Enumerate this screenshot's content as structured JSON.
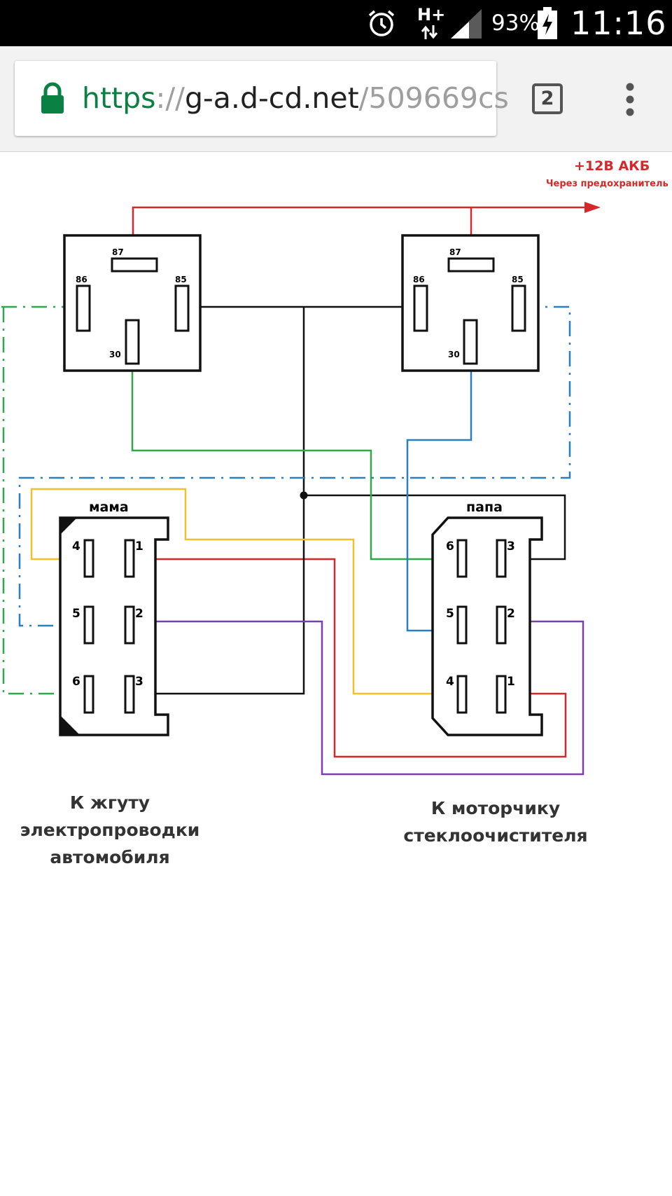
{
  "status_bar": {
    "network": "H+",
    "battery": "93%",
    "time": "11:16",
    "icons": [
      "alarm-icon",
      "network-arrows-icon",
      "signal-icon",
      "battery-charging-icon"
    ]
  },
  "browser": {
    "url_scheme": "https",
    "url_sep": "://",
    "url_host": "g-a.d-cd.net",
    "url_path": "/509669cs",
    "tab_count": "2",
    "colors": {
      "secure": "#0b8043"
    }
  },
  "diagram": {
    "power_label": "+12В АКБ",
    "power_sub": "Через предохранитель",
    "relay_pins": {
      "p87": "87",
      "p86": "86",
      "p85": "85",
      "p30": "30"
    },
    "connector_left": {
      "title": "мама",
      "pins": [
        "4",
        "1",
        "5",
        "2",
        "6",
        "3"
      ]
    },
    "connector_right": {
      "title": "папа",
      "pins": [
        "6",
        "3",
        "5",
        "2",
        "4",
        "1"
      ]
    },
    "caption_left": [
      "К жгуту",
      "электропроводки",
      "автомобиля"
    ],
    "caption_right": [
      "К моторчику",
      "стеклоочистителя"
    ],
    "colors": {
      "red": "#d62828",
      "green": "#2ea84a",
      "blue": "#2a7fc0",
      "yellow": "#f2c02a",
      "purple": "#7b3fa8",
      "black": "#111111"
    }
  }
}
